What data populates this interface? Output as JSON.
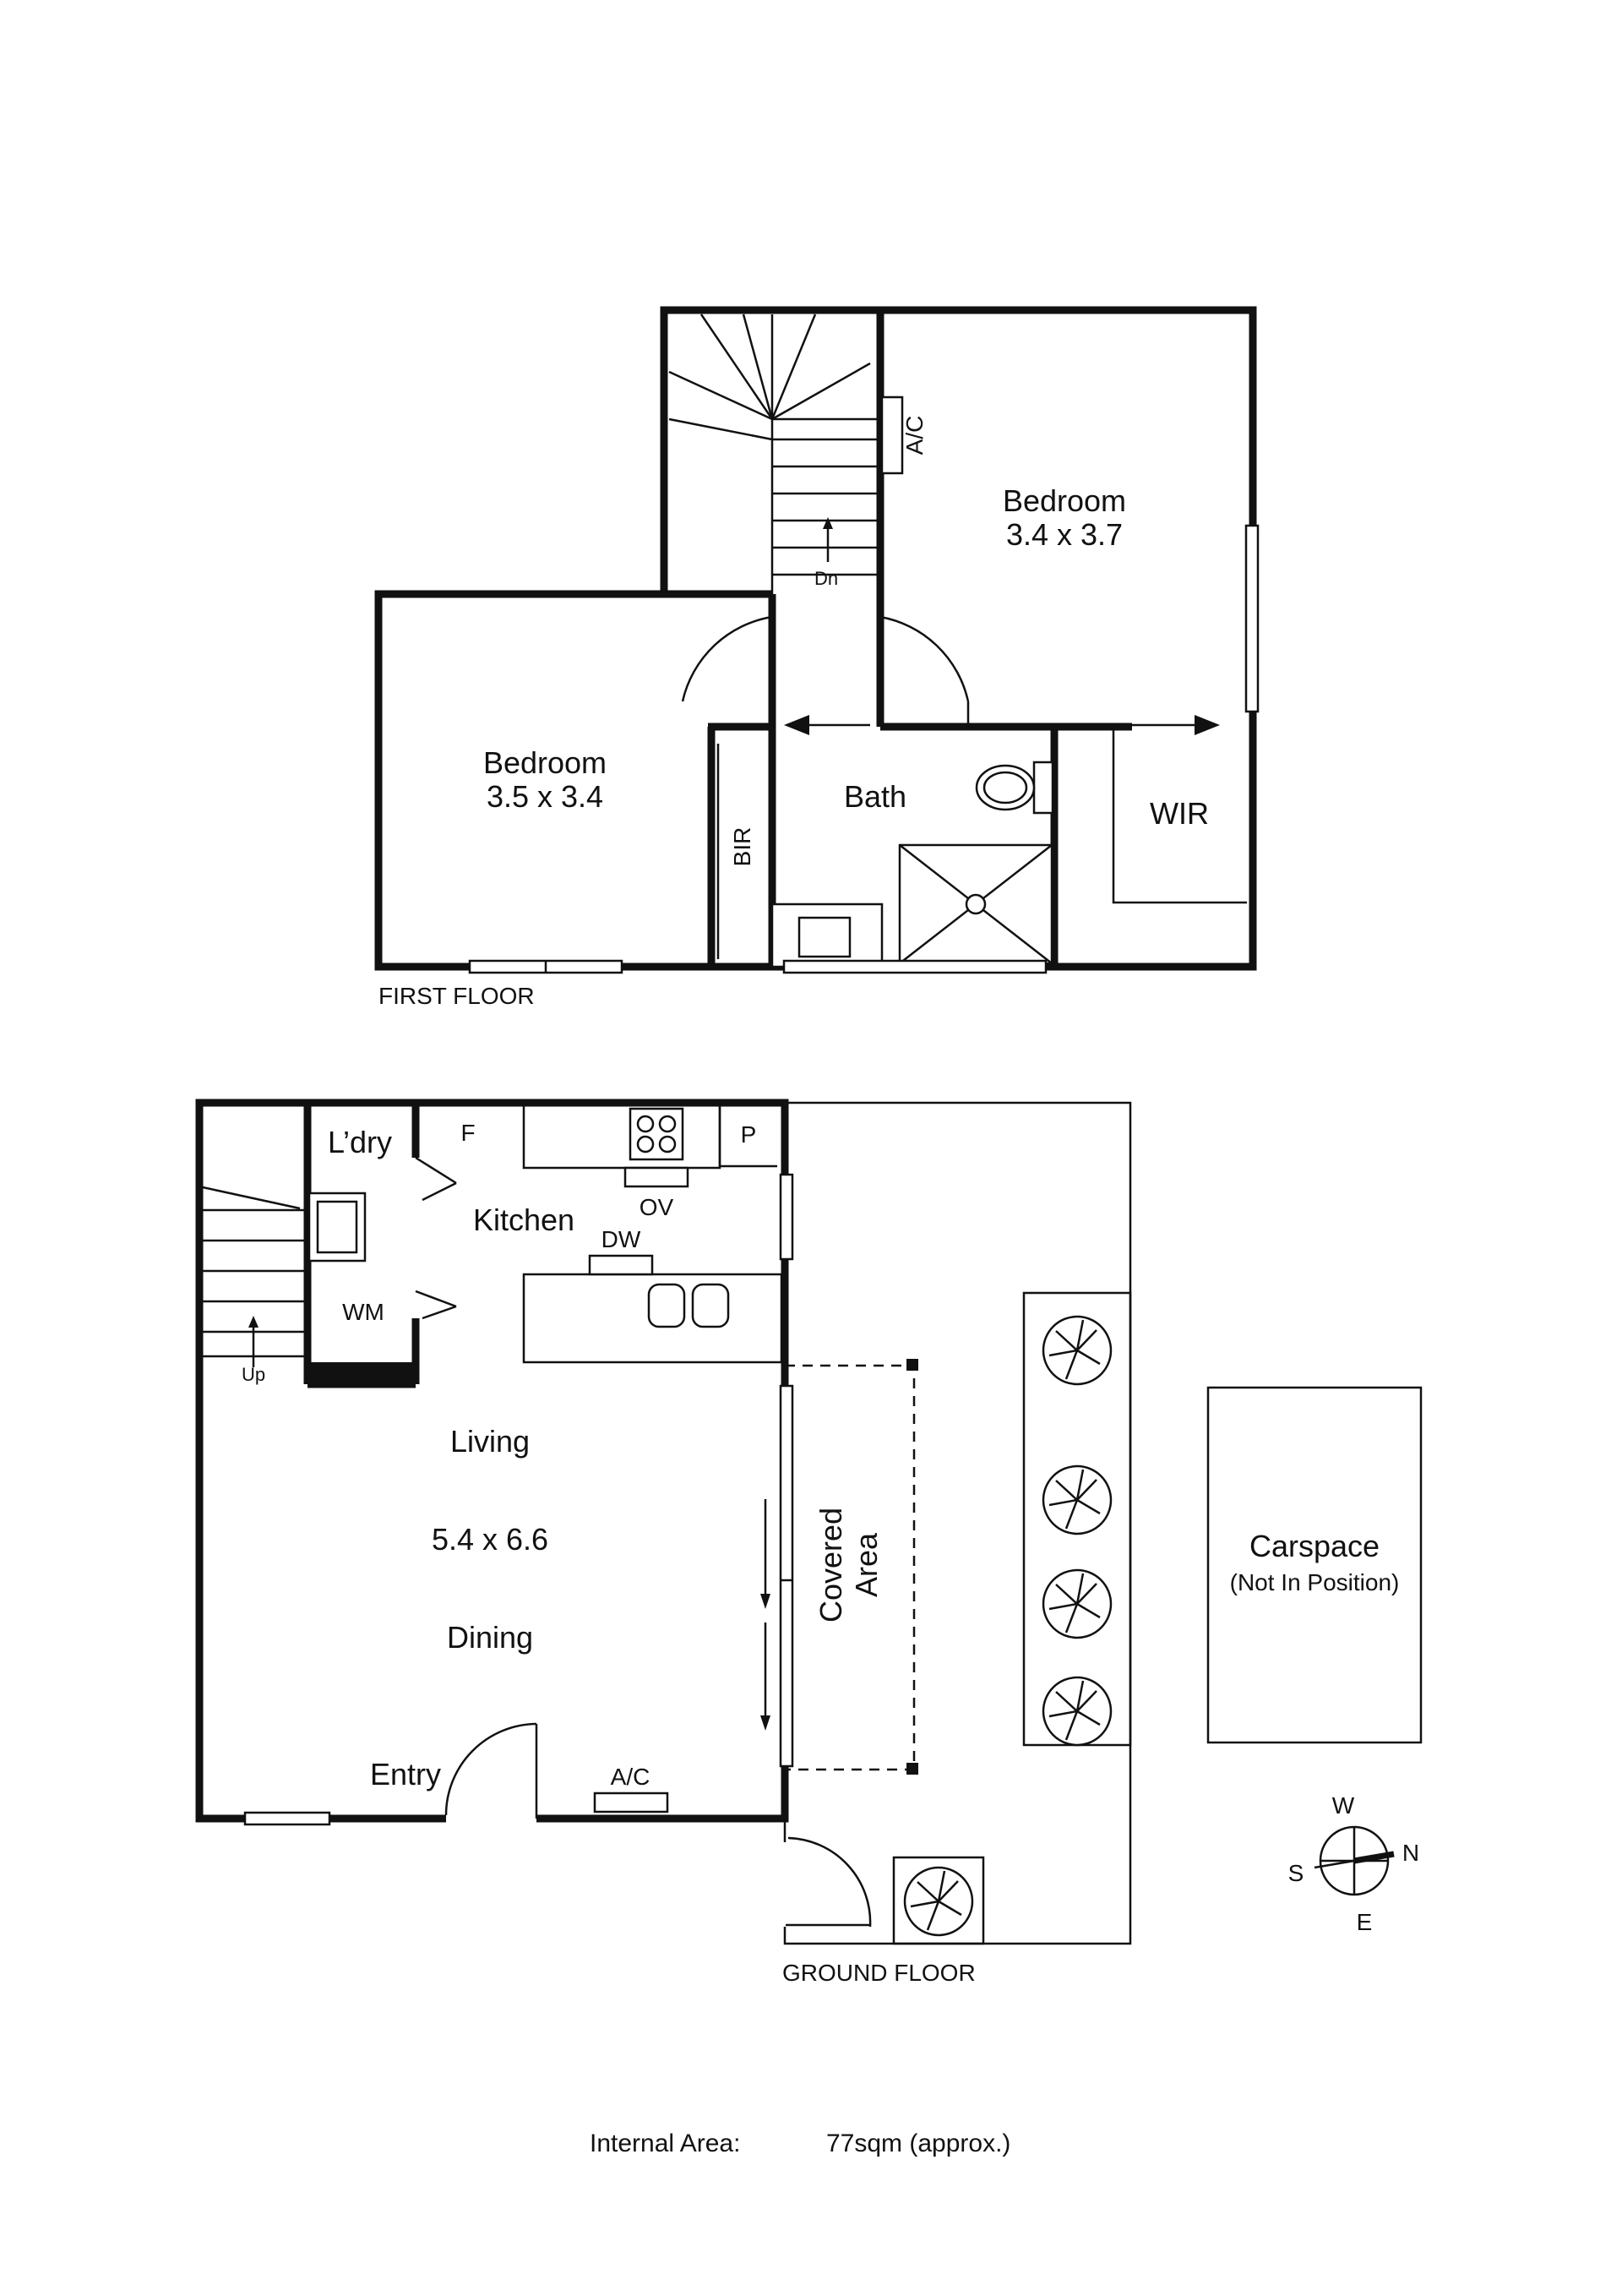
{
  "first_floor": {
    "caption": "FIRST FLOOR",
    "bedroom_main": {
      "name": "Bedroom",
      "size": "3.4 x 3.7"
    },
    "bedroom_second": {
      "name": "Bedroom",
      "size": "3.5 x 3.4"
    },
    "bath": "Bath",
    "wir": "WIR",
    "bir": "BIR",
    "ac": "A/C",
    "stairs_down": "Dn"
  },
  "ground_floor": {
    "caption": "GROUND FLOOR",
    "laundry": "L’dry",
    "fridge": "F",
    "pantry": "P",
    "kitchen": "Kitchen",
    "oven": "OV",
    "dishwasher": "DW",
    "washing_machine": "WM",
    "stairs_up": "Up",
    "living": "Living",
    "living_size": "5.4 x 6.6",
    "dining": "Dining",
    "entry": "Entry",
    "ac": "A/C",
    "covered_area_line1": "Covered",
    "covered_area_line2": "Area",
    "carspace": "Carspace",
    "carspace_note": "(Not In Position)"
  },
  "compass": {
    "north": "N",
    "south": "S",
    "east": "E",
    "west": "W"
  },
  "footer": {
    "internal_area_label": "Internal Area:",
    "internal_area_value": "77sqm (approx.)"
  }
}
